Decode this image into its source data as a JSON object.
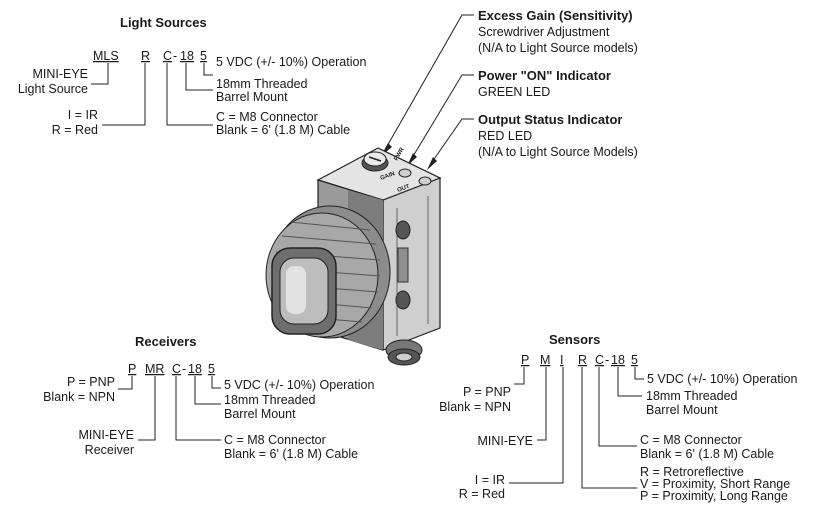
{
  "light_sources": {
    "title": "Light Sources",
    "code": [
      "MLS",
      "R",
      "C",
      "-",
      "18",
      "5"
    ],
    "voltage": "5 VDC (+/- 10%) Operation",
    "mount_1": "18mm Threaded",
    "mount_2": "Barrel Mount",
    "type_1": "MINI-EYE",
    "type_2": "Light Source",
    "light_1": "I = IR",
    "light_2": "R = Red",
    "conn_1": "C = M8 Connector",
    "conn_2": "Blank = 6' (1.8 M) Cable"
  },
  "callouts": {
    "gain_title": "Excess Gain (Sensitivity)",
    "gain_1": "Screwdriver Adjustment",
    "gain_2": "(N/A to Light Source models)",
    "power_title": "Power \"ON\" Indicator",
    "power_1": "GREEN LED",
    "status_title": "Output Status Indicator",
    "status_1": "RED LED",
    "status_2": "(N/A to Light Source Models)"
  },
  "device": {
    "label_gain": "GAIN",
    "label_pwr": "PWR",
    "label_out": "OUT"
  },
  "receivers": {
    "title": "Receivers",
    "code": [
      "P",
      "MR",
      "C",
      "-",
      "18",
      "5"
    ],
    "voltage": "5 VDC (+/- 10%) Operation",
    "mount_1": "18mm Threaded",
    "mount_2": "Barrel Mount",
    "out_1": "P = PNP",
    "out_2": "Blank = NPN",
    "type_1": "MINI-EYE",
    "type_2": "Receiver",
    "conn_1": "C = M8 Connector",
    "conn_2": "Blank = 6' (1.8 M) Cable"
  },
  "sensors": {
    "title": "Sensors",
    "code": [
      "P",
      "M",
      "I",
      "R",
      "C",
      "-",
      "18",
      "5"
    ],
    "voltage": "5 VDC (+/- 10%) Operation",
    "mount_1": "18mm Threaded",
    "mount_2": "Barrel Mount",
    "out_1": "P = PNP",
    "out_2": "Blank = NPN",
    "type_1": "MINI-EYE",
    "conn_1": "C = M8 Connector",
    "conn_2": "Blank = 6' (1.8 M) Cable",
    "light_1": "I = IR",
    "light_2": "R = Red",
    "mode_1": "R = Retroreflective",
    "mode_2": "V = Proximity, Short Range",
    "mode_3": "P = Proximity, Long Range"
  }
}
